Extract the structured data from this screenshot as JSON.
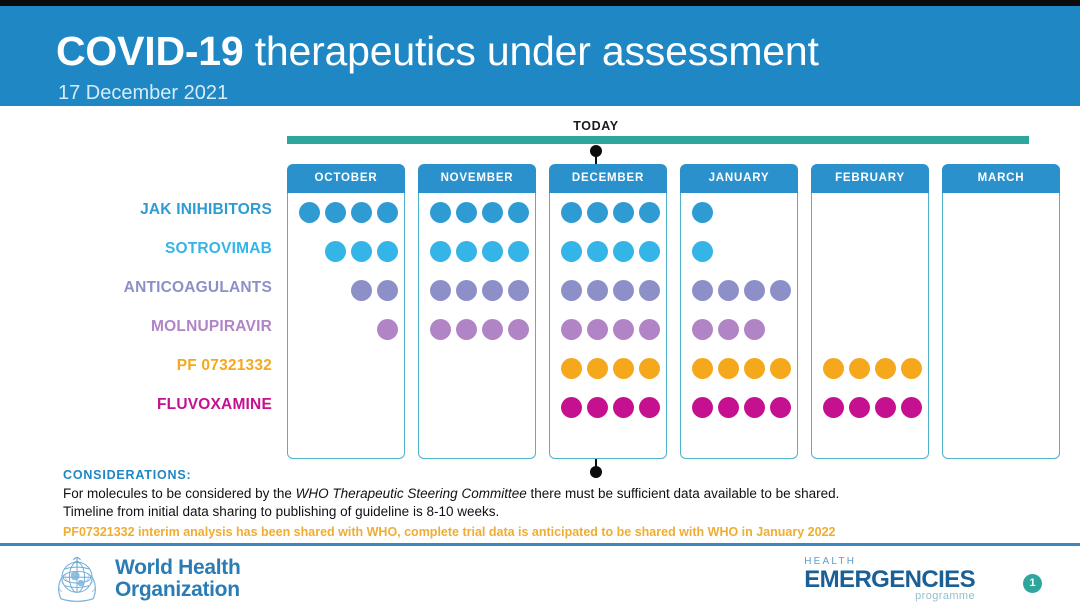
{
  "header": {
    "title_strong": "COVID-19",
    "title_light": " therapeutics under assessment",
    "date": "17 December 2021",
    "band_color": "#1e87c4"
  },
  "timeline": {
    "today_label": "TODAY",
    "bar_color": "#2ea69b",
    "marker_color": "#0d0d0d",
    "months": [
      "OCTOBER",
      "NOVEMBER",
      "DECEMBER",
      "JANUARY",
      "FEBRUARY",
      "MARCH"
    ],
    "month_header_color": "#2b91cd",
    "card_border_color": "#4fb3c9",
    "dots_per_month": 4
  },
  "chart_data": {
    "type": "heatmap",
    "title": "COVID-19 therapeutics under assessment",
    "subtitle": "17 December 2021",
    "xlabel": "",
    "ylabel": "",
    "categories": [
      "OCTOBER",
      "NOVEMBER",
      "DECEMBER",
      "JANUARY",
      "FEBRUARY",
      "MARCH"
    ],
    "slots_per_category": 4,
    "legend_position": "none",
    "grid": false,
    "annotations": [
      "TODAY marker positioned mid-December"
    ],
    "series": [
      {
        "name": "JAK INIHIBITORS",
        "color": "#2e9bd2",
        "values": [
          [
            1,
            1,
            1,
            1
          ],
          [
            1,
            1,
            1,
            1
          ],
          [
            1,
            1,
            1,
            1
          ],
          [
            1,
            0,
            0,
            0
          ],
          [
            0,
            0,
            0,
            0
          ],
          [
            0,
            0,
            0,
            0
          ]
        ]
      },
      {
        "name": "SOTROVIMAB",
        "color": "#35b4e8",
        "values": [
          [
            0,
            1,
            1,
            1
          ],
          [
            1,
            1,
            1,
            1
          ],
          [
            1,
            1,
            1,
            1
          ],
          [
            1,
            0,
            0,
            0
          ],
          [
            0,
            0,
            0,
            0
          ],
          [
            0,
            0,
            0,
            0
          ]
        ]
      },
      {
        "name": "ANTICOAGULANTS",
        "color": "#8d8fc8",
        "values": [
          [
            0,
            0,
            1,
            1
          ],
          [
            1,
            1,
            1,
            1
          ],
          [
            1,
            1,
            1,
            1
          ],
          [
            1,
            1,
            1,
            1
          ],
          [
            0,
            0,
            0,
            0
          ],
          [
            0,
            0,
            0,
            0
          ]
        ]
      },
      {
        "name": "MOLNUPIRAVIR",
        "color": "#b184c6",
        "values": [
          [
            0,
            0,
            0,
            1
          ],
          [
            1,
            1,
            1,
            1
          ],
          [
            1,
            1,
            1,
            1
          ],
          [
            1,
            1,
            1,
            0
          ],
          [
            0,
            0,
            0,
            0
          ],
          [
            0,
            0,
            0,
            0
          ]
        ]
      },
      {
        "name": "PF 07321332",
        "color": "#f5a81c",
        "values": [
          [
            0,
            0,
            0,
            0
          ],
          [
            0,
            0,
            0,
            0
          ],
          [
            1,
            1,
            1,
            1
          ],
          [
            1,
            1,
            1,
            1
          ],
          [
            1,
            1,
            1,
            1
          ],
          [
            0,
            0,
            0,
            0
          ]
        ]
      },
      {
        "name": "FLUVOXAMINE",
        "color": "#c5118f",
        "values": [
          [
            0,
            0,
            0,
            0
          ],
          [
            0,
            0,
            0,
            0
          ],
          [
            1,
            1,
            1,
            1
          ],
          [
            1,
            1,
            1,
            1
          ],
          [
            1,
            1,
            1,
            1
          ],
          [
            0,
            0,
            0,
            0
          ]
        ]
      }
    ]
  },
  "considerations": {
    "heading": "CONSIDERATIONS:",
    "line1_a": "For molecules to be considered by the ",
    "line1_em": "WHO Therapeutic Steering Committee",
    "line1_b": " there must be sufficient data available to be shared.",
    "line2": "Timeline from initial data sharing to publishing of guideline is 8-10 weeks.",
    "note": "PF07321332 interim analysis has been shared with WHO, complete trial data is anticipated to be shared with WHO in January 2022",
    "note_color": "#f0ac33"
  },
  "footer": {
    "who_line1": "World Health",
    "who_line2": "Organization",
    "hep_health": "HEALTH",
    "hep_emergencies": "EMERGENCIES",
    "hep_programme": "programme",
    "page_number": "1",
    "badge_color": "#2ea69b"
  }
}
